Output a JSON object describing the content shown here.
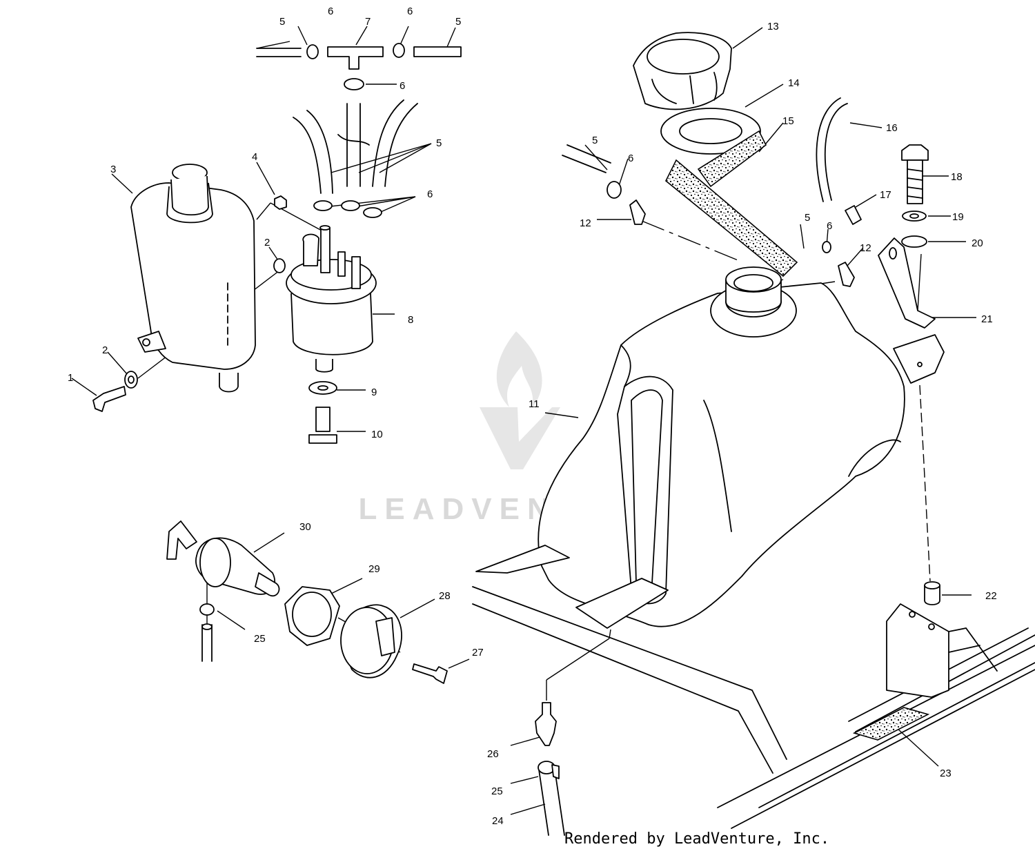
{
  "watermark": {
    "text": "LEADVENTURE"
  },
  "credit": "Rendered by LeadVenture, Inc.",
  "callouts": [
    {
      "id": "c1",
      "label": "1"
    },
    {
      "id": "c2a",
      "label": "2"
    },
    {
      "id": "c2b",
      "label": "2"
    },
    {
      "id": "c3",
      "label": "3"
    },
    {
      "id": "c4",
      "label": "4"
    },
    {
      "id": "c5a",
      "label": "5"
    },
    {
      "id": "c5b",
      "label": "5"
    },
    {
      "id": "c5c",
      "label": "5"
    },
    {
      "id": "c5d",
      "label": "5"
    },
    {
      "id": "c5e",
      "label": "5"
    },
    {
      "id": "c6a",
      "label": "6"
    },
    {
      "id": "c6b",
      "label": "6"
    },
    {
      "id": "c6c",
      "label": "6"
    },
    {
      "id": "c6d",
      "label": "6"
    },
    {
      "id": "c6e",
      "label": "6"
    },
    {
      "id": "c6f",
      "label": "6"
    },
    {
      "id": "c7",
      "label": "7"
    },
    {
      "id": "c8",
      "label": "8"
    },
    {
      "id": "c9",
      "label": "9"
    },
    {
      "id": "c10",
      "label": "10"
    },
    {
      "id": "c11",
      "label": "11"
    },
    {
      "id": "c12a",
      "label": "12"
    },
    {
      "id": "c12b",
      "label": "12"
    },
    {
      "id": "c13",
      "label": "13"
    },
    {
      "id": "c14",
      "label": "14"
    },
    {
      "id": "c15",
      "label": "15"
    },
    {
      "id": "c16",
      "label": "16"
    },
    {
      "id": "c17",
      "label": "17"
    },
    {
      "id": "c18",
      "label": "18"
    },
    {
      "id": "c19",
      "label": "19"
    },
    {
      "id": "c20",
      "label": "20"
    },
    {
      "id": "c21",
      "label": "21"
    },
    {
      "id": "c22",
      "label": "22"
    },
    {
      "id": "c23",
      "label": "23"
    },
    {
      "id": "c24",
      "label": "24"
    },
    {
      "id": "c25a",
      "label": "25"
    },
    {
      "id": "c25b",
      "label": "25"
    },
    {
      "id": "c26",
      "label": "26"
    },
    {
      "id": "c27",
      "label": "27"
    },
    {
      "id": "c28",
      "label": "28"
    },
    {
      "id": "c29",
      "label": "29"
    },
    {
      "id": "c30",
      "label": "30"
    }
  ]
}
